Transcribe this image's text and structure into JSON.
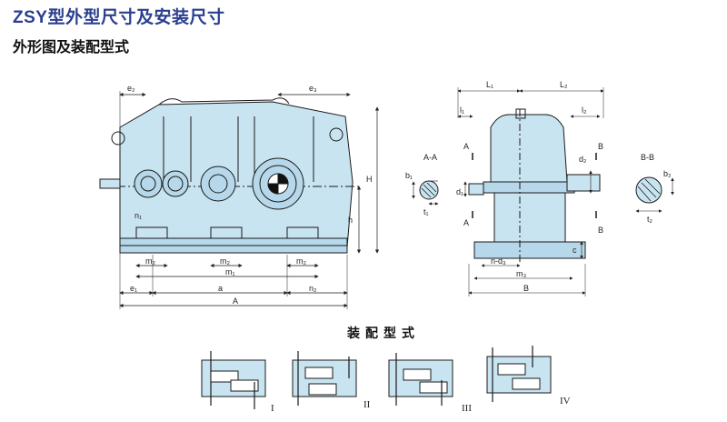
{
  "header": {
    "title": "ZSY型外型尺寸及安装尺寸",
    "subtitle": "外形图及装配型式"
  },
  "assembly": {
    "title": "装配型式",
    "types": [
      "I",
      "II",
      "III",
      "IV"
    ]
  },
  "front_view": {
    "labels": {
      "e2": "e₂",
      "e3": "e₃",
      "n1": "n₁",
      "H": "H",
      "h": "h",
      "m2_a": "m₂",
      "m2_b": "m₂",
      "m2_c": "m₂",
      "m1": "m₁",
      "e1": "e₁",
      "a": "a",
      "n2": "n₂",
      "A": "A"
    }
  },
  "side_view": {
    "labels": {
      "L1": "L₁",
      "L2": "L₂",
      "l1": "l₁",
      "l2": "l₂",
      "d1": "d₁",
      "d2": "d₂",
      "c": "c",
      "n_d3": "n-d₃",
      "m3": "m₃",
      "B": "B",
      "A_top": "A",
      "A_bottom": "A",
      "B_top": "B",
      "B_bottom": "B"
    }
  },
  "section_aa": {
    "title": "A-A",
    "b1": "b₁",
    "t1": "t₁"
  },
  "section_bb": {
    "title": "B-B",
    "b2": "b₂",
    "t2": "t₂"
  },
  "colors": {
    "body_fill": "#c9e4f1",
    "line": "#1a1a1a",
    "title": "#2a3f8f"
  }
}
